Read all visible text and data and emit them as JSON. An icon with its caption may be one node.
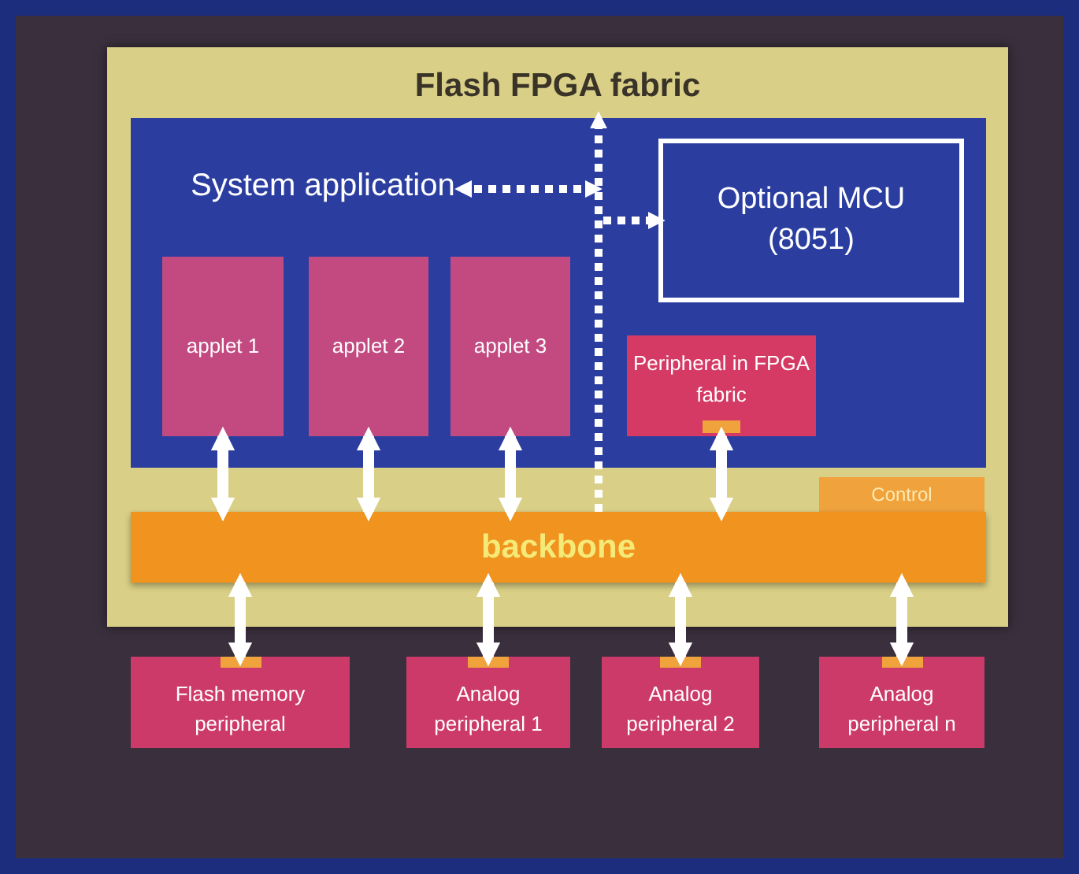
{
  "diagram": {
    "nodes": [
      {
        "text": [
          "Flash FPGA fabric"
        ]
      },
      {
        "text": [],
        "shape": "box",
        "in": 0
      },
      {
        "text": [
          "System application"
        ],
        "in": 1
      },
      {
        "text": [
          "applet 1"
        ],
        "in": 1
      },
      {
        "text": [
          "applet 2"
        ],
        "in": 1
      },
      {
        "text": [
          "applet 3"
        ],
        "in": 1
      },
      {
        "text": [
          "Optional MCU (8051)"
        ],
        "in": 1
      },
      {
        "text": [
          "Peripheral in FPGA fabric"
        ],
        "in": 1
      },
      {
        "text": [
          "Control"
        ],
        "in": 0
      },
      {
        "text": [
          "backbone"
        ],
        "in": 0
      },
      {
        "text": [
          "Flash memory peripheral"
        ]
      },
      {
        "text": [
          "Analog peripheral 1"
        ]
      },
      {
        "text": [
          "Analog peripheral 2"
        ]
      },
      {
        "text": [
          "Analog peripheral n"
        ]
      }
    ],
    "edges": [
      {
        "from": 9,
        "to": 3,
        "arrow": "both"
      },
      {
        "from": 9,
        "to": 4,
        "arrow": "both"
      },
      {
        "from": 9,
        "to": 5,
        "arrow": "both"
      },
      {
        "from": 9,
        "to": 7,
        "arrow": "both"
      },
      {
        "from": 9,
        "to": 10,
        "arrow": "both"
      },
      {
        "from": 9,
        "to": 11,
        "arrow": "both"
      },
      {
        "from": 9,
        "to": 12,
        "arrow": "both"
      },
      {
        "from": 9,
        "to": 13,
        "arrow": "both"
      },
      {
        "from": 9,
        "to": 1,
        "arrow": "to",
        "style": "dashed"
      },
      {
        "from": null,
        "to": 2,
        "arrow": "both",
        "style": "dashed"
      },
      {
        "from": null,
        "to": 6,
        "arrow": "to",
        "style": "dashed"
      }
    ]
  }
}
